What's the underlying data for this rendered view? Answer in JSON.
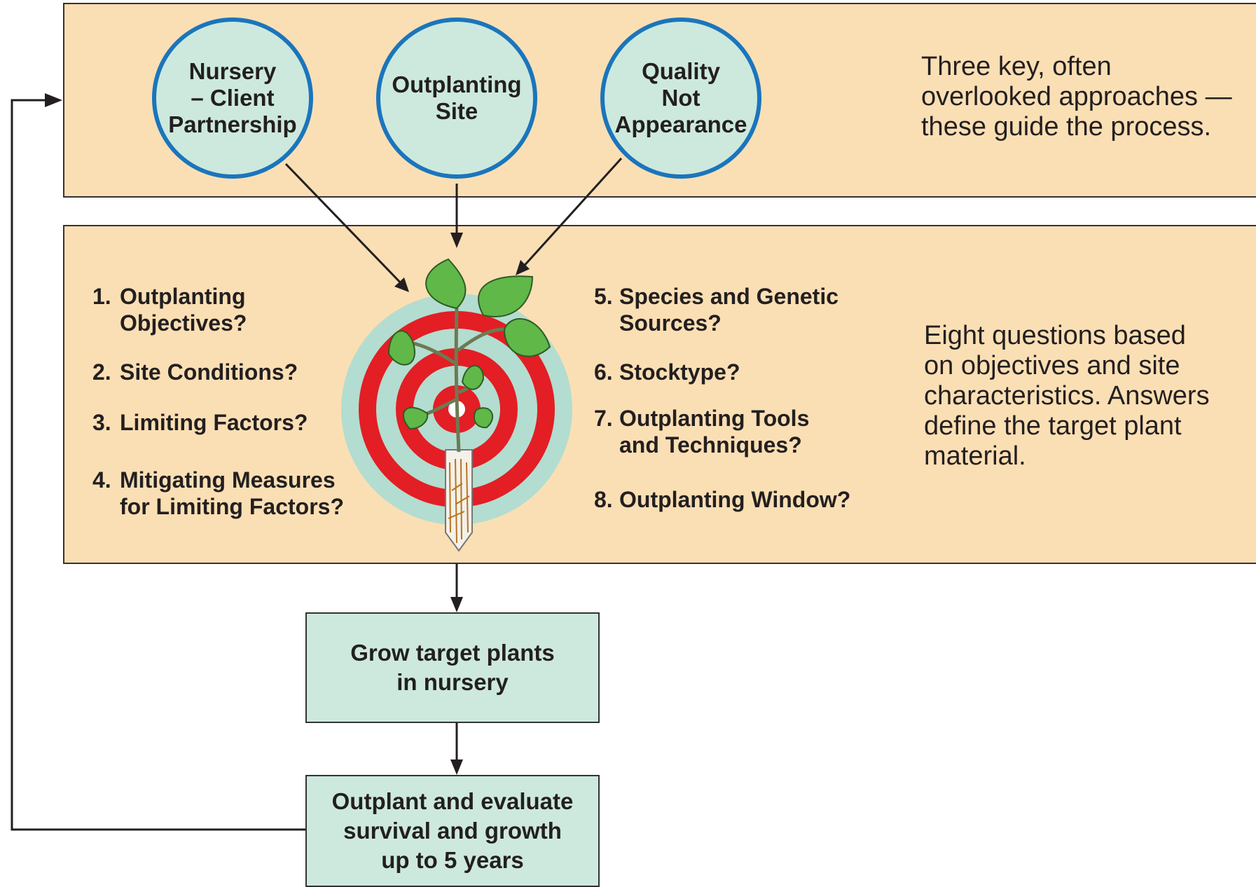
{
  "colors": {
    "panel": "#fbdfb4",
    "circle_fill": "#cde9dd",
    "circle_border": "#1b75bc",
    "box_fill": "#cde9dd",
    "target_red": "#e31e25",
    "target_light": "#b3ddd0",
    "leaf_green": "#5fb848"
  },
  "approaches": [
    {
      "label": "Nursery\n– Client\nPartnership"
    },
    {
      "label": "Outplanting\nSite"
    },
    {
      "label": "Quality\nNot\nAppearance"
    }
  ],
  "top_note": "Three key, often\noverlooked approaches —\nthese guide the process.",
  "questions": [
    {
      "num": "1.",
      "text": "Outplanting\nObjectives?"
    },
    {
      "num": "2.",
      "text": "Site Conditions?"
    },
    {
      "num": "3.",
      "text": "Limiting Factors?"
    },
    {
      "num": "4.",
      "text": "Mitigating Measures\nfor Limiting Factors?"
    },
    {
      "num": "5.",
      "text": "Species and Genetic\nSources?"
    },
    {
      "num": "6.",
      "text": "Stocktype?"
    },
    {
      "num": "7.",
      "text": "Outplanting Tools\nand Techniques?"
    },
    {
      "num": "8.",
      "text": "Outplanting Window?"
    }
  ],
  "mid_note": "Eight questions based\non objectives and site\ncharacteristics. Answers\ndefine the target plant\nmaterial.",
  "steps": {
    "grow": "Grow target plants\nin nursery",
    "outplant": "Outplant and evaluate\nsurvival and growth\nup to 5 years"
  }
}
